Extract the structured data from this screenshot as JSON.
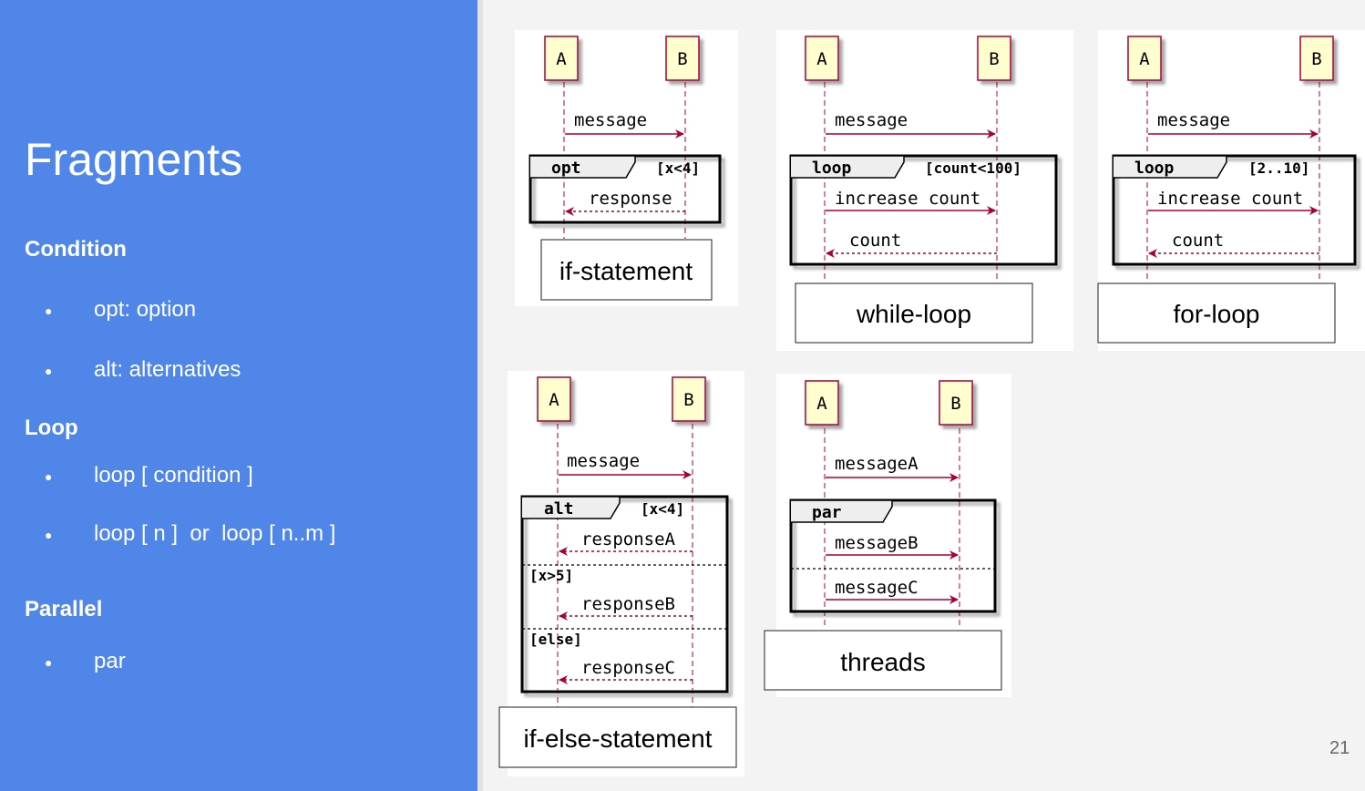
{
  "slide": {
    "title": "Fragments",
    "page_number": "21",
    "sections": [
      {
        "heading": "Condition",
        "items": [
          "opt: option",
          "alt: alternatives"
        ]
      },
      {
        "heading": "Loop",
        "items": [
          "loop [ condition ]",
          "loop [ n ]  or  loop [ n..m ]"
        ]
      },
      {
        "heading": "Parallel",
        "items": [
          "par"
        ]
      }
    ],
    "bullet_char": "●"
  },
  "diagrams": {
    "opt": {
      "a": "A",
      "b": "B",
      "message": "message",
      "keyword": "opt",
      "guard": "[x<4]",
      "response": "response",
      "caption": "if-statement"
    },
    "while": {
      "a": "A",
      "b": "B",
      "message": "message",
      "keyword": "loop",
      "guard": "[count<100]",
      "increase": "increase count",
      "count": "count",
      "caption": "while-loop"
    },
    "for": {
      "a": "A",
      "b": "B",
      "message": "message",
      "keyword": "loop",
      "guard": "[2..10]",
      "increase": "increase count",
      "count": "count",
      "caption": "for-loop"
    },
    "alt": {
      "a": "A",
      "b": "B",
      "message": "message",
      "keyword": "alt",
      "guard": "[x<4]",
      "responseA": "responseA",
      "guard2": "[x>5]",
      "responseB": "responseB",
      "guard3": "[else]",
      "responseC": "responseC",
      "caption": "if-else-statement"
    },
    "par": {
      "a": "A",
      "b": "B",
      "messageA": "messageA",
      "keyword": "par",
      "messageB": "messageB",
      "messageC": "messageC",
      "caption": "threads"
    }
  },
  "colors": {
    "panel": "#4f86e8",
    "participant_fill": "#fefece",
    "arrow": "#a80036",
    "lifeline": "#a80036"
  }
}
